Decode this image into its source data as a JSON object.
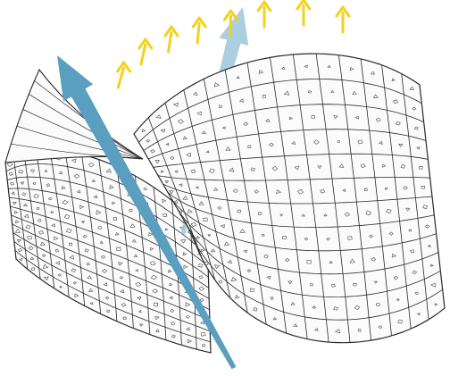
{
  "figure": {
    "colors": {
      "background": "#ffffff",
      "mesh_line": "#2a2a2a",
      "surface_fill": "#fbfbfb",
      "cell_mark": "#4a4a4a",
      "main_arrow": "#5a9ec0",
      "main_arrow_translucent": "#9cc7dc",
      "small_arrows": "#f2d21b"
    },
    "icons": {
      "main_arrows": "large-blue-arrow-icon",
      "small_arrows": "yellow-up-arrow-icon"
    },
    "mesh": {
      "left_sheet": {
        "u_divisions": 13,
        "v_divisions": 11
      },
      "right_sheet": {
        "u_divisions": 14,
        "v_divisions": 12
      }
    },
    "small_arrow_count": 8,
    "main_arrow_count": 2
  }
}
